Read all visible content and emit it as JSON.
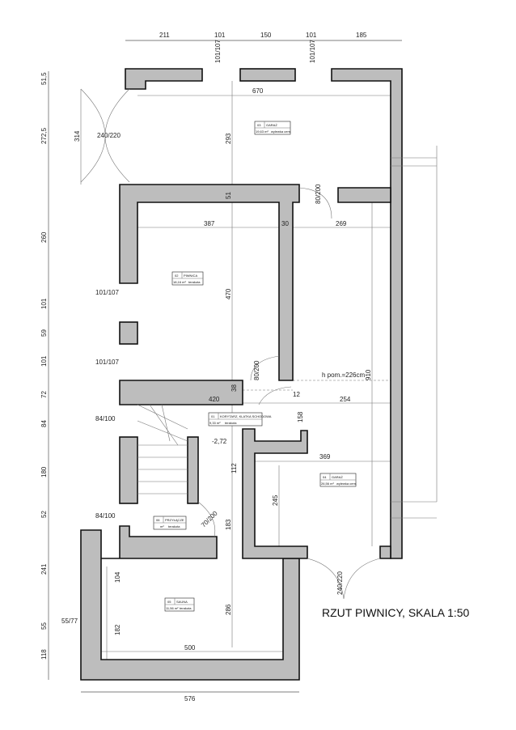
{
  "title": "RZUT PIWNICY, SKALA 1:50",
  "dims_top": [
    "211",
    "101",
    "150",
    "101",
    "185"
  ],
  "dims_left": [
    "51,5",
    "272,5",
    "260",
    "101",
    "59",
    "101",
    "72",
    "84",
    "180",
    "52",
    "241",
    "55",
    "118"
  ],
  "dims_inner": [
    "670",
    "293",
    "51",
    "387",
    "30",
    "269",
    "470",
    "910",
    "420",
    "254",
    "369",
    "245",
    "183",
    "286",
    "500",
    "576",
    "112",
    "104",
    "182",
    "38",
    "12",
    "158",
    "314"
  ],
  "windows": [
    "101/107",
    "101/107",
    "101/107",
    "101/107",
    "240/220",
    "84/100",
    "84/100",
    "55/77",
    "70/200",
    "80/200",
    "80/200",
    "240/220"
  ],
  "annotations": {
    "height": "h pom.=226cm",
    "level": "-2,72"
  },
  "rooms": [
    {
      "no": "03",
      "name": "GARAŻ",
      "area": "19,63 m²",
      "floor": "wylewka cem."
    },
    {
      "no": "02",
      "name": "PIWNICA",
      "area": "18,16 m²",
      "floor": "terakota"
    },
    {
      "no": "01",
      "name": "KORYTARZ, KLATKA SCHODOWA",
      "area": "9,33 m²",
      "floor": "terakota"
    },
    {
      "no": "04",
      "name": "GARAŻ",
      "area": "26,56 m²",
      "floor": "wylewka cem."
    },
    {
      "no": "06",
      "name": "PRZYŁĄCZE",
      "area": "m²",
      "floor": "terakota"
    },
    {
      "no": "05",
      "name": "SAUNA",
      "area": "11,56 m²",
      "floor": "terakota"
    }
  ]
}
